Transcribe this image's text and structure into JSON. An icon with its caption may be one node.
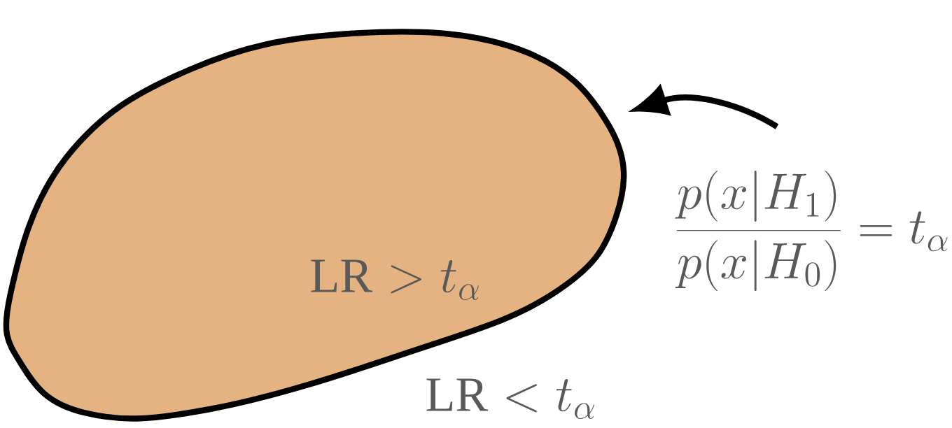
{
  "diagram": {
    "nodes": [
      {
        "text": [
          "\\mathrm{LR} > t_\\alpha"
        ]
      },
      {
        "text": [
          "\\frac{p(x|H_1)}{p(x|H_0)} = t_\\alpha"
        ]
      }
    ],
    "edges": [
      {
        "from": 1,
        "to": 0,
        "arrow": "to"
      }
    ],
    "labels": [
      "\\mathrm{LR} < t_\\alpha"
    ]
  }
}
